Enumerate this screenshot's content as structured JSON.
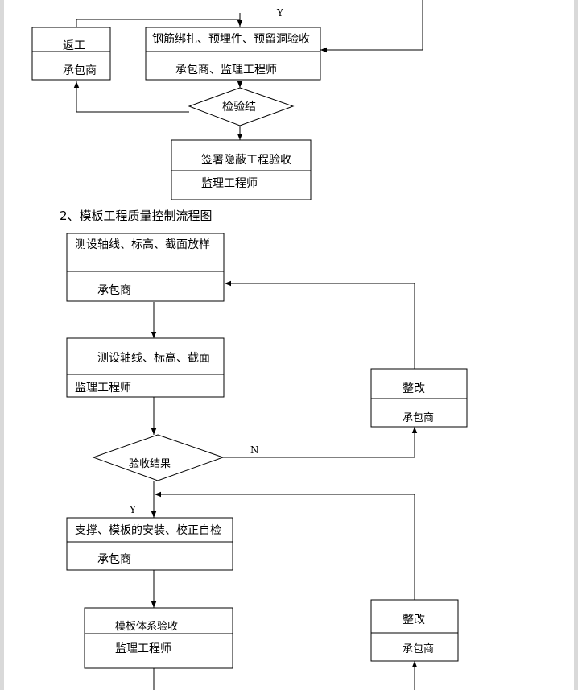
{
  "section1": {
    "rework_box": {
      "title": "返工",
      "role": "承包商"
    },
    "rebar_box": {
      "title": "钢筋绑扎、预埋件、预留洞验收",
      "role": "承包商、监理工程师"
    },
    "decision": {
      "label": "检验结"
    },
    "sign_box": {
      "title": "签署隐蔽工程验收",
      "role": "监理工程师"
    },
    "y_label": "Y"
  },
  "section2": {
    "heading": "2、模板工程质量控制流程图",
    "box1": {
      "title": "测设轴线、标高、截面放样",
      "role": "承包商"
    },
    "box2": {
      "title": "测设轴线、标高、截面",
      "role": "监理工程师"
    },
    "decision": {
      "label": "验收结果"
    },
    "n_label": "N",
    "y_label": "Y",
    "fix1": {
      "title": "整改",
      "role": "承包商"
    },
    "box3": {
      "title": "支撑、模板的安装、校正自检",
      "role": "承包商"
    },
    "box4": {
      "title": "模板体系验收",
      "role": "监理工程师"
    },
    "fix2": {
      "title": "整改",
      "role": "承包商"
    }
  }
}
